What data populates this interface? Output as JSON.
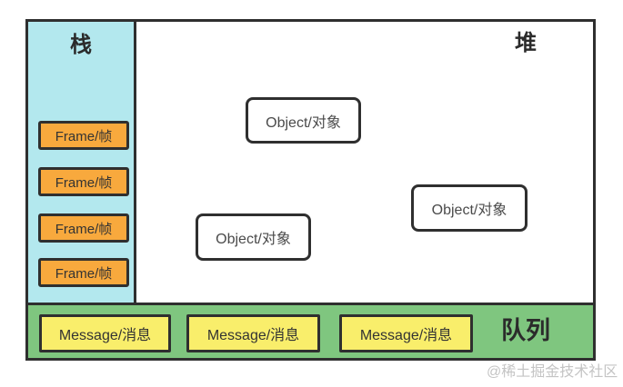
{
  "stack": {
    "title": "栈",
    "frames": [
      "Frame/帧",
      "Frame/帧",
      "Frame/帧",
      "Frame/帧"
    ]
  },
  "heap": {
    "title": "堆",
    "objects": [
      "Object/对象",
      "Object/对象",
      "Object/对象"
    ]
  },
  "queue": {
    "title": "队列",
    "messages": [
      "Message/消息",
      "Message/消息",
      "Message/消息"
    ]
  },
  "watermark": "@稀土掘金技术社区",
  "colors": {
    "stack_fill": "#b3e8ee",
    "frame_fill": "#f8a93d",
    "heap_fill": "#ffffff",
    "queue_fill": "#7fc67f",
    "message_fill": "#f9ee6b",
    "border": "#2f2f2f",
    "watermark_text": "#c4c4c4"
  }
}
